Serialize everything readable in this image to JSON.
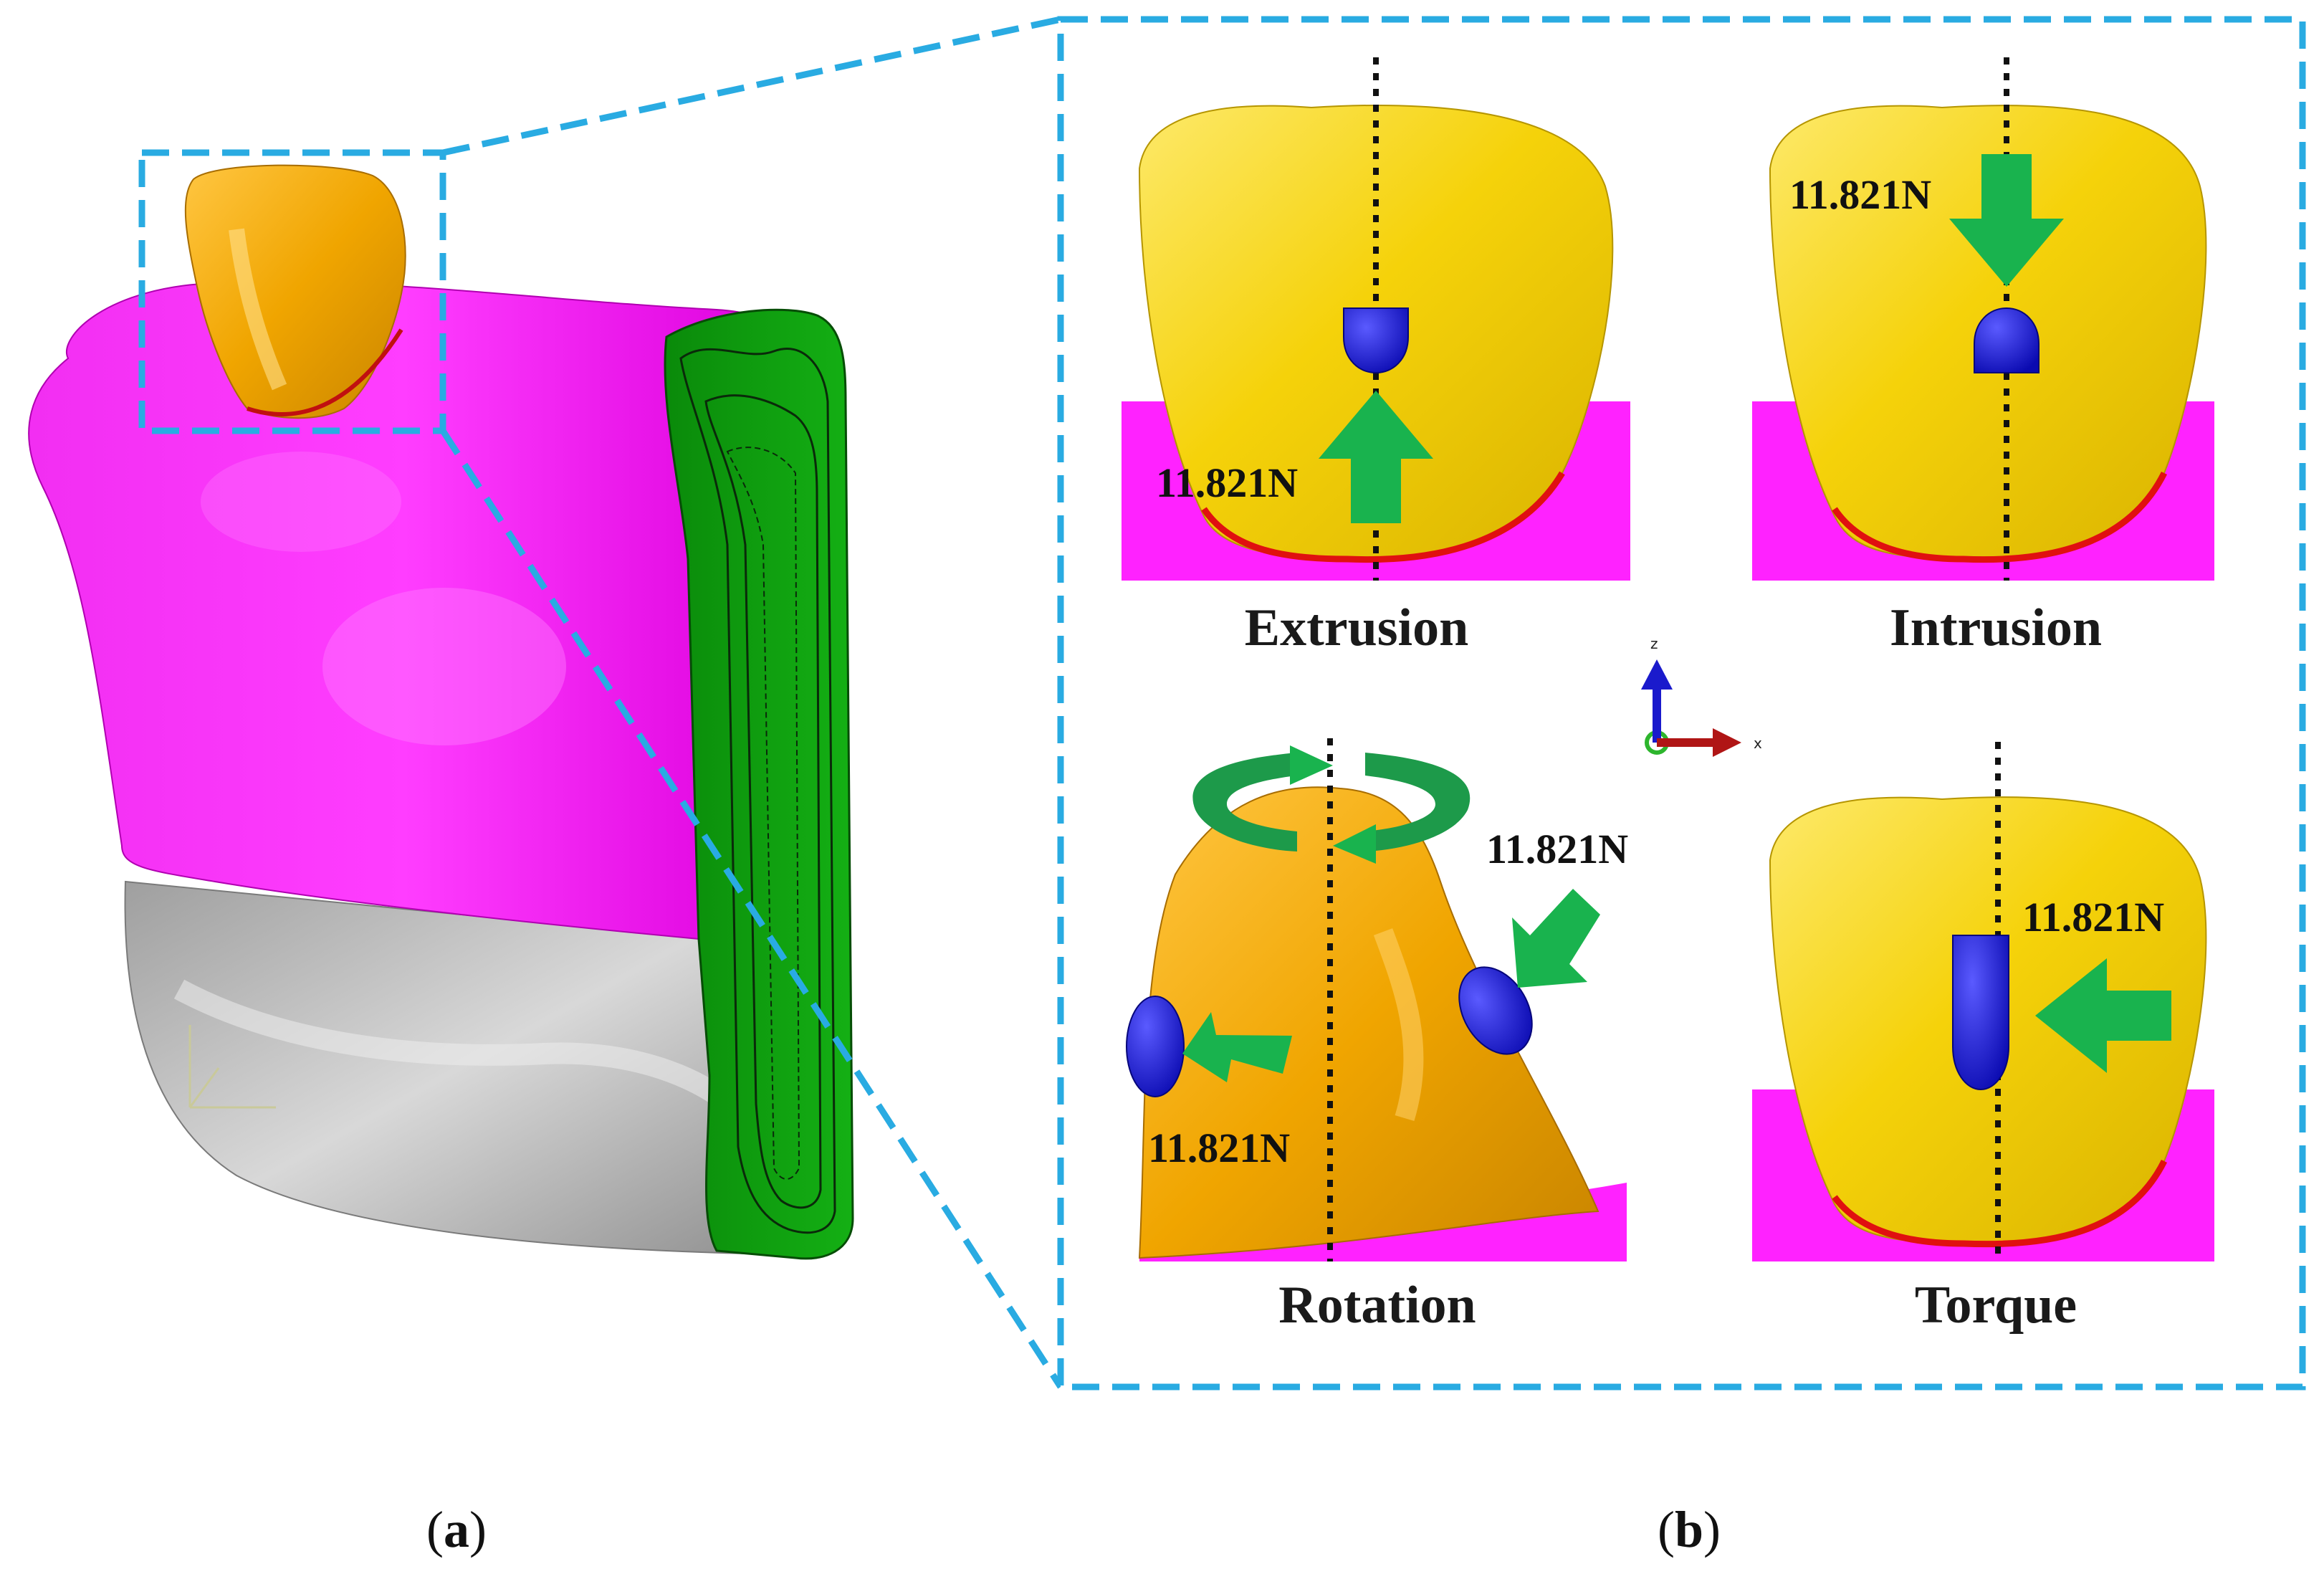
{
  "panel_a": {
    "caption_letter": "a"
  },
  "panel_b": {
    "caption_letter": "b",
    "subpanels": [
      {
        "key": "extrusion",
        "label": "Extrusion",
        "force": "11.821N"
      },
      {
        "key": "intrusion",
        "label": "Intrusion",
        "force": "11.821N"
      },
      {
        "key": "rotation",
        "label": "Rotation",
        "force_left": "11.821N",
        "force_right": "11.821N"
      },
      {
        "key": "torque",
        "label": "Torque",
        "force": "11.821N"
      }
    ],
    "axes": {
      "z": "z",
      "x": "x"
    }
  },
  "colors": {
    "callout": "#29abe2",
    "gingiva": "#ff00ff",
    "tooth_yellow": "#f5d20a",
    "tooth_orange": "#f0a500",
    "aligner": "#11a011",
    "bone": "#bcbcbc",
    "attachment": "#1a1adc",
    "force_arrow": "#19b34e",
    "contact_line": "#e01010"
  }
}
